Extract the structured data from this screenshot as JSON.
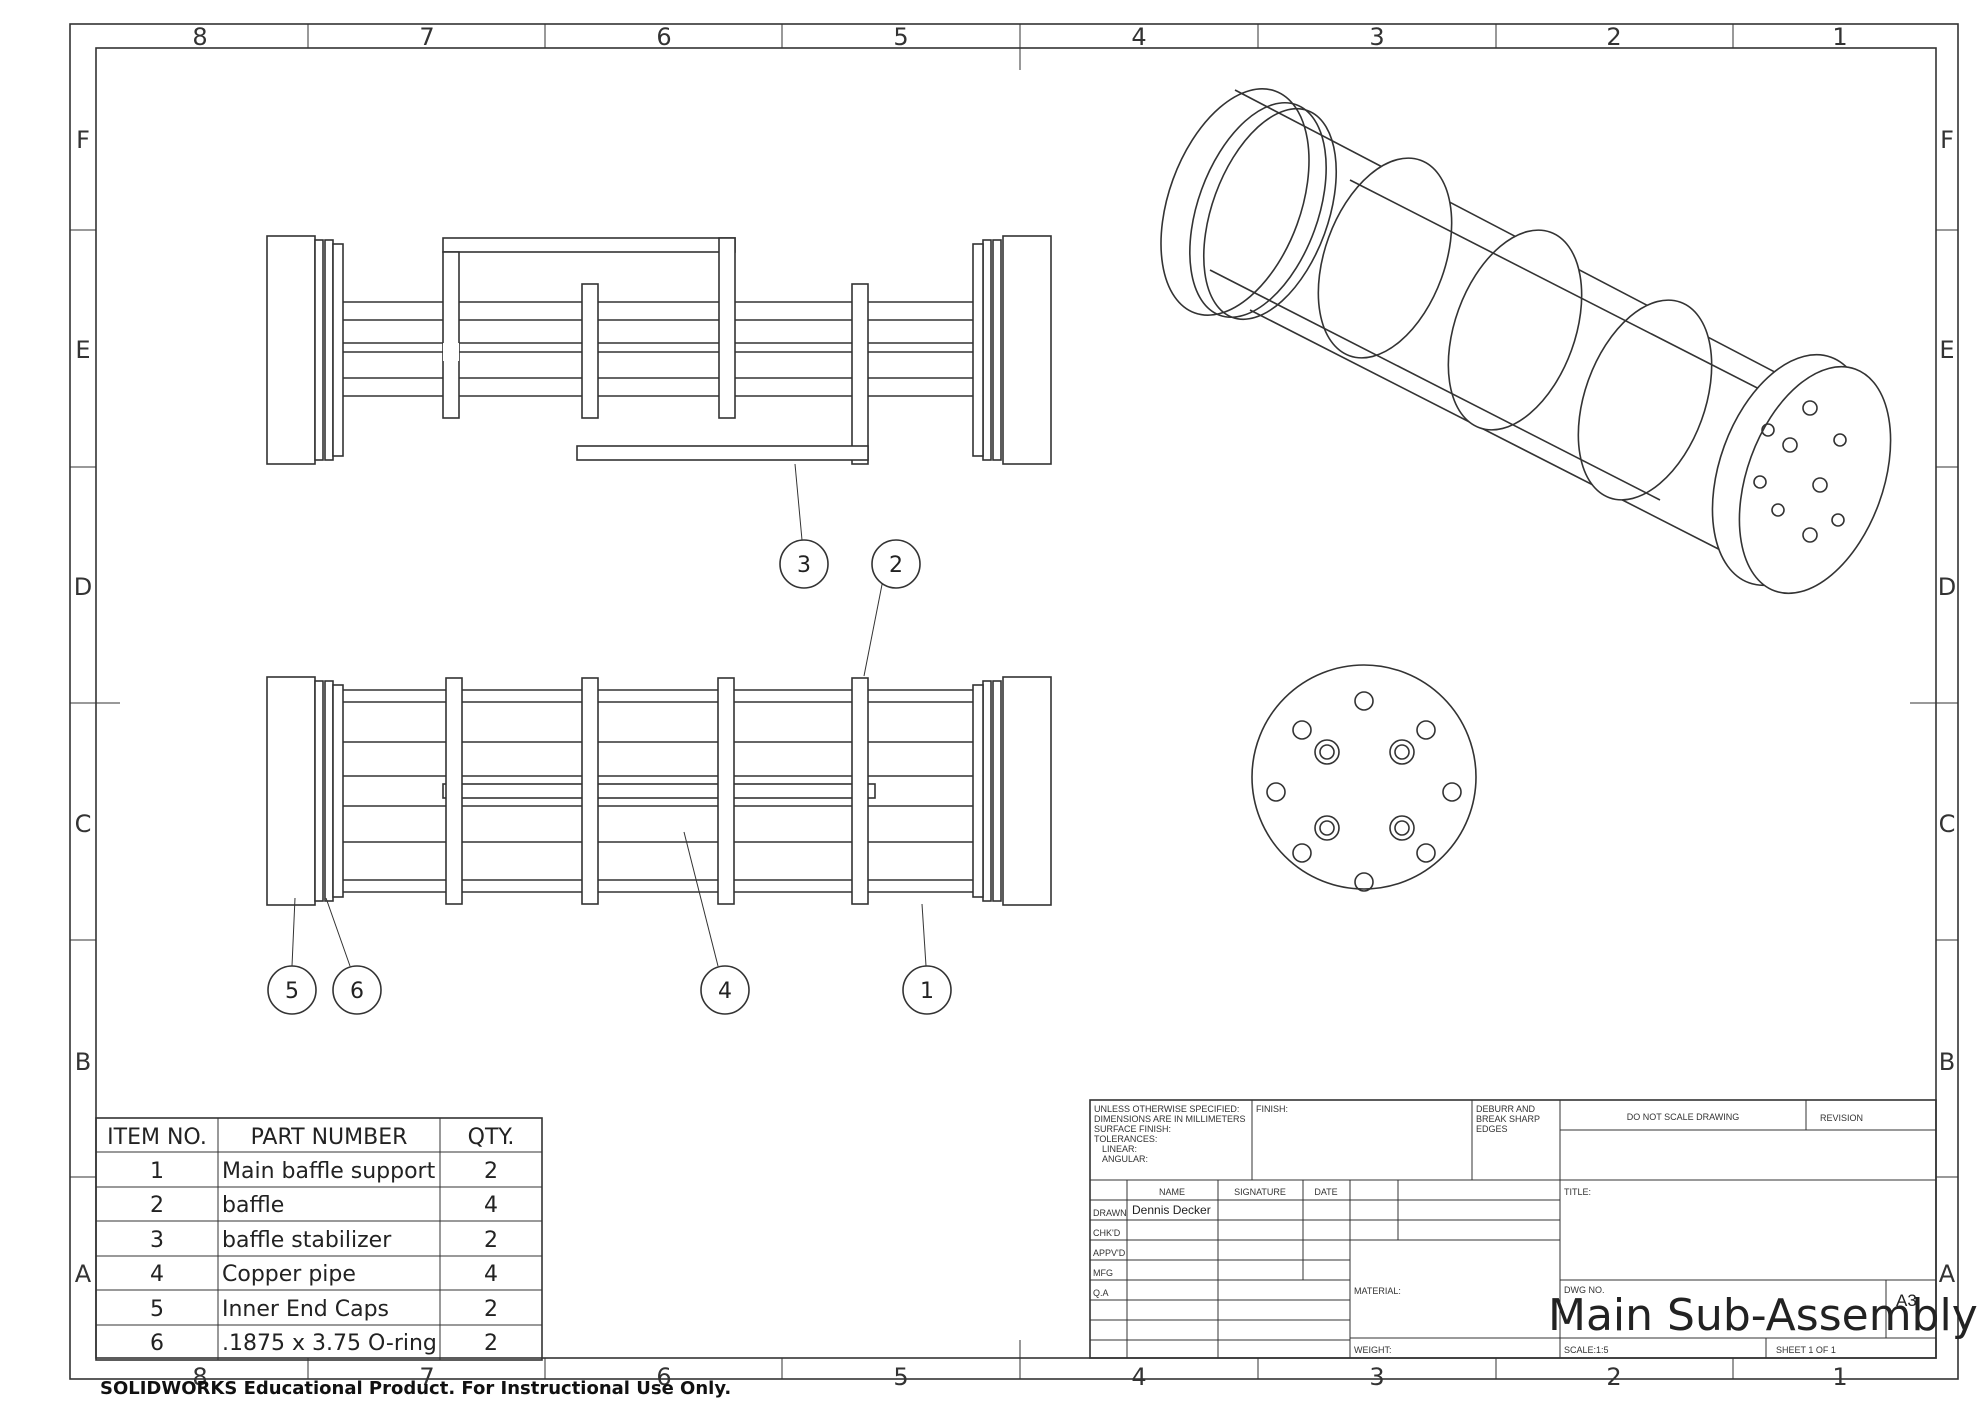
{
  "zones": {
    "columns": [
      "8",
      "7",
      "6",
      "5",
      "4",
      "3",
      "2",
      "1"
    ],
    "rows": [
      "F",
      "E",
      "D",
      "C",
      "B",
      "A"
    ]
  },
  "balloons": [
    "3",
    "2",
    "5",
    "6",
    "4",
    "1"
  ],
  "bom": {
    "headers": [
      "ITEM NO.",
      "PART NUMBER",
      "QTY."
    ],
    "rows": [
      [
        "1",
        "Main baffle support",
        "2"
      ],
      [
        "2",
        "baffle",
        "4"
      ],
      [
        "3",
        "baffle stabilizer",
        "2"
      ],
      [
        "4",
        "Copper pipe",
        "4"
      ],
      [
        "5",
        "Inner End Caps",
        "2"
      ],
      [
        "6",
        ".1875 x 3.75 O-ring",
        "2"
      ]
    ]
  },
  "title_block": {
    "tolerance_notes": [
      "UNLESS OTHERWISE SPECIFIED:",
      "DIMENSIONS ARE IN MILLIMETERS",
      "SURFACE FINISH:",
      "TOLERANCES:",
      "LINEAR:",
      "ANGULAR:"
    ],
    "finish_label": "FINISH:",
    "deburr_notes": [
      "DEBURR AND",
      "BREAK SHARP",
      "EDGES"
    ],
    "do_not_scale": "DO NOT SCALE DRAWING",
    "revision_label": "REVISION",
    "col_name": "NAME",
    "col_signature": "SIGNATURE",
    "col_date": "DATE",
    "roles": [
      "DRAWN",
      "CHK'D",
      "APPV'D",
      "MFG",
      "Q.A"
    ],
    "drawn_by": "Dennis Decker",
    "title_label": "TITLE:",
    "material_label": "MATERIAL:",
    "dwg_no_label": "DWG NO.",
    "drawing_name": "Main Sub-Assembly",
    "sheet_size": "A3",
    "weight_label": "WEIGHT:",
    "scale": "SCALE:1:5",
    "sheet": "SHEET 1 OF 1"
  },
  "watermark": "SOLIDWORKS Educational Product. For Instructional Use Only."
}
